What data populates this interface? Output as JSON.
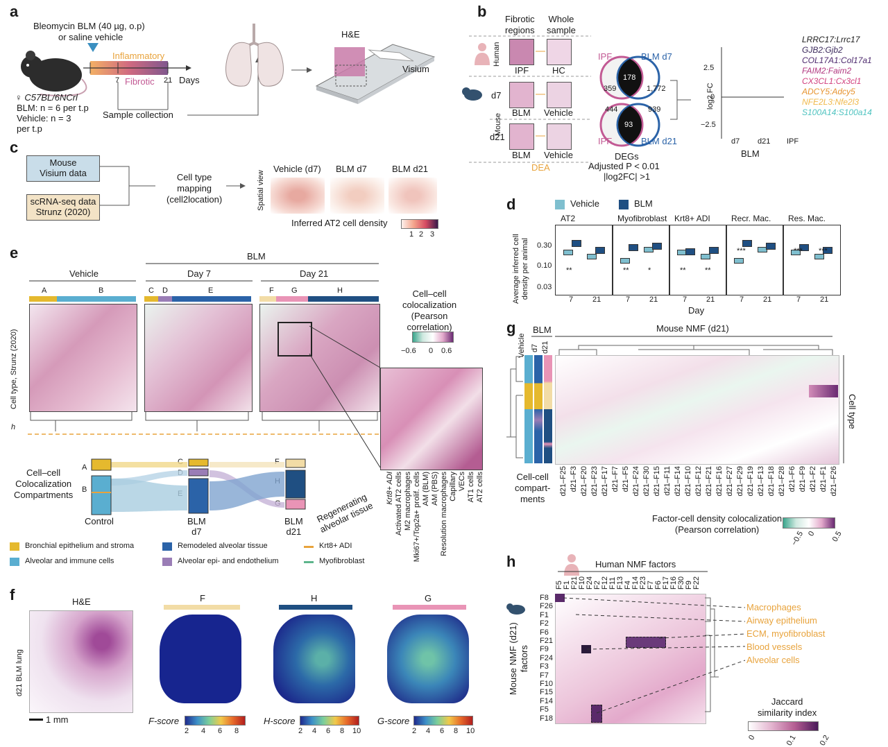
{
  "panels": {
    "a": "a",
    "b": "b",
    "c": "c",
    "d": "d",
    "e": "e",
    "f": "f",
    "g": "g",
    "h": "h"
  },
  "a": {
    "treatment_line1": "Bleomycin BLM (40 µg, o.p)",
    "treatment_line2": "or saline vehicle",
    "inflammatory": "Inflammatory",
    "fibrotic": "Fibrotic",
    "tick7": "7",
    "tick21": "21",
    "days": "Days",
    "strain": "♀ C57BL/6NCrl",
    "blm_n": "BLM: n = 6 per t.p",
    "veh_n": "Vehicle: n = 3",
    "per_tp": "per t.p",
    "sample_collection": "Sample collection",
    "he": "H&E",
    "visium": "Visium"
  },
  "b": {
    "col1": "Fibrotic\nregions",
    "col2": "Whole\nsample",
    "human": "Human",
    "mouse": "Mouse",
    "d7": "d7",
    "d21": "d21",
    "ipf": "IPF",
    "hc": "HC",
    "blm": "BLM",
    "vehicle": "Vehicle",
    "dea": "DEA",
    "venn1_left": "IPF",
    "venn1_right": "BLM d7",
    "venn1_a": "359",
    "venn1_ab": "178",
    "venn1_b": "1,772",
    "venn2_left": "IPF",
    "venn2_right": "BLM d21",
    "venn2_a": "444",
    "venn2_ab": "93",
    "venn2_b": "939",
    "degs": "DEGs",
    "adjp": "Adjusted P < 0.01",
    "logfc": "|log2FC| >1",
    "ylabel": "log2 FC",
    "yt1": "2.5",
    "yt2": "0",
    "yt3": "−2.5",
    "x1": "d7",
    "x2": "d21",
    "x3": "IPF",
    "xgroup": "BLM",
    "genes": [
      {
        "label": "LRRC17:Lrrc17",
        "color": "#1a1a1a"
      },
      {
        "label": "GJB2:Gjb2",
        "color": "#3b2a5c"
      },
      {
        "label": "COL17A1:Col17a1",
        "color": "#4d2a6e"
      },
      {
        "label": "FAIM2:Faim2",
        "color": "#b1377f"
      },
      {
        "label": "CX3CL1:Cx3cl1",
        "color": "#d1407e"
      },
      {
        "label": "ADCY5:Adcy5",
        "color": "#e6932f"
      },
      {
        "label": "NFE2L3:Nfe2l3",
        "color": "#f0b84a"
      },
      {
        "label": "S100A14:S100a14",
        "color": "#4fc3c0"
      }
    ]
  },
  "c": {
    "mouse_visium": "Mouse\nVisium data",
    "scrna": "scRNA-seq data\nStrunz (2020)",
    "mapping": "Cell type\nmapping\n(cell2location)",
    "spatial_view": "Spatial view",
    "v1": "Vehicle (d7)",
    "v2": "BLM d7",
    "v3": "BLM d21",
    "cbar_label": "Inferred AT2 cell density",
    "cbar_ticks": [
      "1",
      "2",
      "3"
    ]
  },
  "d": {
    "legend_vehicle": "Vehicle",
    "legend_blm": "BLM",
    "ylabel": "Average inferred cell\ndensity per animal",
    "yticks": [
      "0.30",
      "0.10",
      "0.03"
    ],
    "xlabel": "Day",
    "facets": [
      {
        "title": "AT2",
        "sig7": "**",
        "sig21": ""
      },
      {
        "title": "Myofibroblast",
        "sig7": "**",
        "sig21": "*"
      },
      {
        "title": "Krt8+ ADI",
        "sig7": "**",
        "sig21": "**"
      },
      {
        "title": "Recr. Mac.",
        "sig7": "***",
        "sig21": ""
      },
      {
        "title": "Res. Mac.",
        "sig7": "***",
        "sig21": "***"
      }
    ],
    "day7": "7",
    "day21": "21",
    "colors": {
      "vehicle": "#7fbfcf",
      "blm": "#1f4f82"
    }
  },
  "e": {
    "blm": "BLM",
    "vehicle": "Vehicle",
    "day7": "Day 7",
    "day21": "Day 21",
    "A": "A",
    "B": "B",
    "C": "C",
    "D": "D",
    "E": "E",
    "F": "F",
    "G": "G",
    "H": "H",
    "ylabel": "Cell type, Strunz (2020)",
    "h": "h",
    "cbar_title": "Cell–cell\ncolocalization\n(Pearson\ncorrelation)",
    "cbar_ticks": [
      "−0.6",
      "0",
      "0.6"
    ],
    "compartments_label": "Cell–cell\nColocalization\nCompartments",
    "control": "Control",
    "blm_d7": "BLM\nd7",
    "blm_d21": "BLM\nd21",
    "regen": "Regenerating\nalveolar tissue",
    "zoom_labels": [
      "Krt8+ ADI",
      "Activated AT2 cells",
      "M2 macrophages",
      "Mki67+/Top2a+ prolif. cells",
      "AM (BLM)",
      "AM (PBS)",
      "Resolution macrophages",
      "Capillary",
      "VECs",
      "AT1 cells",
      "AT2 cells"
    ],
    "legend": [
      {
        "label": "Bronchial epithelium and stroma",
        "color": "#e5b92e"
      },
      {
        "label": "Alveolar and immune cells",
        "color": "#5aaed0"
      },
      {
        "label": "Remodeled alveolar tissue",
        "color": "#2b63a8"
      },
      {
        "label": "Alveolar epi- and endothelium",
        "color": "#9a7db6"
      },
      {
        "label": "Krt8+ ADI",
        "color": "#e8a33c"
      },
      {
        "label": "Myofibroblast",
        "color": "#5db58c"
      }
    ]
  },
  "f": {
    "he": "H&E",
    "F": "F",
    "H": "H",
    "G": "G",
    "side": "d21 BLM lung",
    "scale": "1 mm",
    "fscore": "F-score",
    "hscore": "H-score",
    "gscore": "G-score",
    "fticks": [
      "2",
      "4",
      "6",
      "8"
    ],
    "hticks": [
      "2",
      "4",
      "6",
      "8",
      "10"
    ],
    "gticks": [
      "2",
      "4",
      "6",
      "8",
      "10"
    ],
    "colors": {
      "F": "#f2dca6",
      "H": "#1f4f82",
      "G": "#e994b6"
    }
  },
  "g": {
    "blm": "BLM",
    "vehicle": "Vehicle",
    "d7": "d7",
    "d21": "d21",
    "title": "Mouse NMF (d21)",
    "celltype": "Cell type",
    "compartments": "Cell-cell\ncompart-\nments",
    "factors": [
      "d21–F25",
      "d21–F3",
      "d21–F20",
      "d21–F23",
      "d21–F17",
      "d21–F7",
      "d21–F5",
      "d21–F24",
      "d21–F30",
      "d21–F15",
      "d21–F11",
      "d21–F14",
      "d21–F10",
      "d21–F12",
      "d21–F21",
      "d21–F16",
      "d21–F27",
      "d21–F29",
      "d21–F19",
      "d21–F13",
      "d21–F18",
      "d21–F28",
      "d21–F6",
      "d21–F9",
      "d21–F2",
      "d21–F1",
      "d21–F26"
    ],
    "cbar_title": "Factor-cell density colocalization\n(Pearson correlation)",
    "cbar_ticks": [
      "−0.5",
      "0",
      "0.5"
    ]
  },
  "h": {
    "title": "Human NMF factors",
    "ylabel": "Mouse NMF (d21)\nfactors",
    "cols": [
      "F5",
      "F1",
      "F21",
      "F10",
      "F24",
      "F2",
      "F12",
      "F11",
      "F13",
      "F4",
      "F14",
      "F23",
      "F7",
      "F6",
      "F17",
      "F16",
      "F30",
      "F9",
      "F22"
    ],
    "rows": [
      "F8",
      "F26",
      "F1",
      "F2",
      "F6",
      "F21",
      "F9",
      "F24",
      "F3",
      "F7",
      "F10",
      "F15",
      "F14",
      "F5",
      "F18"
    ],
    "annotations": [
      "Macrophages",
      "Airway epithelium",
      "ECM, myofibroblast",
      "Blood vessels",
      "Alveolar cells"
    ],
    "cbar_title": "Jaccard\nsimilarity index",
    "cbar_ticks": [
      "0",
      "0.1",
      "0.2"
    ]
  }
}
